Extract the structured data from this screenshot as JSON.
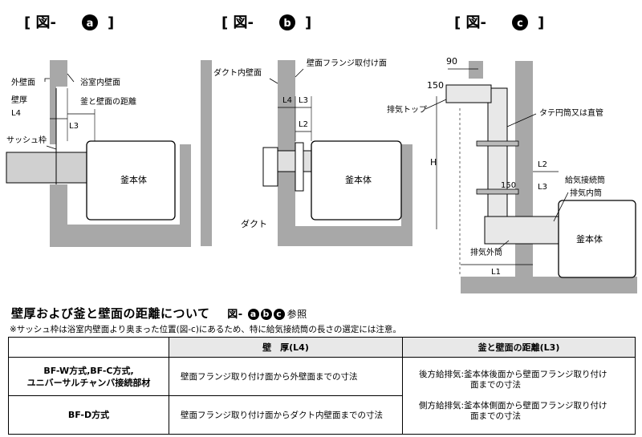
{
  "figures": {
    "a": {
      "bracket_prefix": "[ 図-",
      "letter": "a",
      "bracket_suffix": "]"
    },
    "b": {
      "bracket_prefix": "[ 図-",
      "letter": "b",
      "bracket_suffix": "]"
    },
    "c": {
      "bracket_prefix": "[ 図-",
      "letter": "c",
      "bracket_suffix": "]"
    }
  },
  "labels_a": {
    "outer_wall": "外壁面",
    "bath_wall": "浴室内壁面",
    "thickness": "壁厚",
    "l4": "L4",
    "distance": "釜と壁面の距離",
    "l3": "L3",
    "sash": "サッシュ枠",
    "body": "釜本体"
  },
  "labels_b": {
    "duct_wall": "ダクト内壁面",
    "flange_face": "壁面フランジ取付け面",
    "l4": "L4",
    "l3": "L3",
    "l2": "L2",
    "body": "釜本体",
    "duct": "ダクト"
  },
  "labels_c": {
    "d90": "90",
    "d150": "150",
    "exhaust_top": "排気トップ",
    "vertical": "タテ円筒又は直管",
    "h": "H",
    "l2": "L2",
    "supply": "給気接続筒",
    "d150b": "150",
    "l3": "L3",
    "inner": "排気内筒",
    "body": "釜本体",
    "outer": "排気外筒",
    "l1": "L1"
  },
  "section": {
    "title": "壁厚および釜と壁面の距離について",
    "ref_prefix": "図-",
    "ref_letters": [
      "a",
      "b",
      "c"
    ],
    "ref_suffix": "参照",
    "note": "※サッシュ枠は浴室内壁面より奥まった位置(図-c)にあるため、特に給気接続筒の長さの選定には注意。"
  },
  "table": {
    "headers": {
      "thickness": "壁　厚(L4)",
      "distance": "釜と壁面の距離(L3)"
    },
    "rows": [
      {
        "type_line1": "BF-W方式,BF-C方式,",
        "type_line2": "ユニバーサルチャンバ接続部材",
        "thickness": "壁面フランジ取り付け面から外壁面までの寸法"
      },
      {
        "type_line1": "BF-D方式",
        "type_line2": "",
        "thickness": "壁面フランジ取り付け面からダクト内壁面までの寸法"
      }
    ],
    "l3_rear_line1": "後方給排気:釜本体後面から壁面フランジ取り付け",
    "l3_rear_line2": "面までの寸法",
    "l3_side_line1": "側方給排気:釜本体側面から壁面フランジ取り付け",
    "l3_side_line2": "面までの寸法"
  }
}
